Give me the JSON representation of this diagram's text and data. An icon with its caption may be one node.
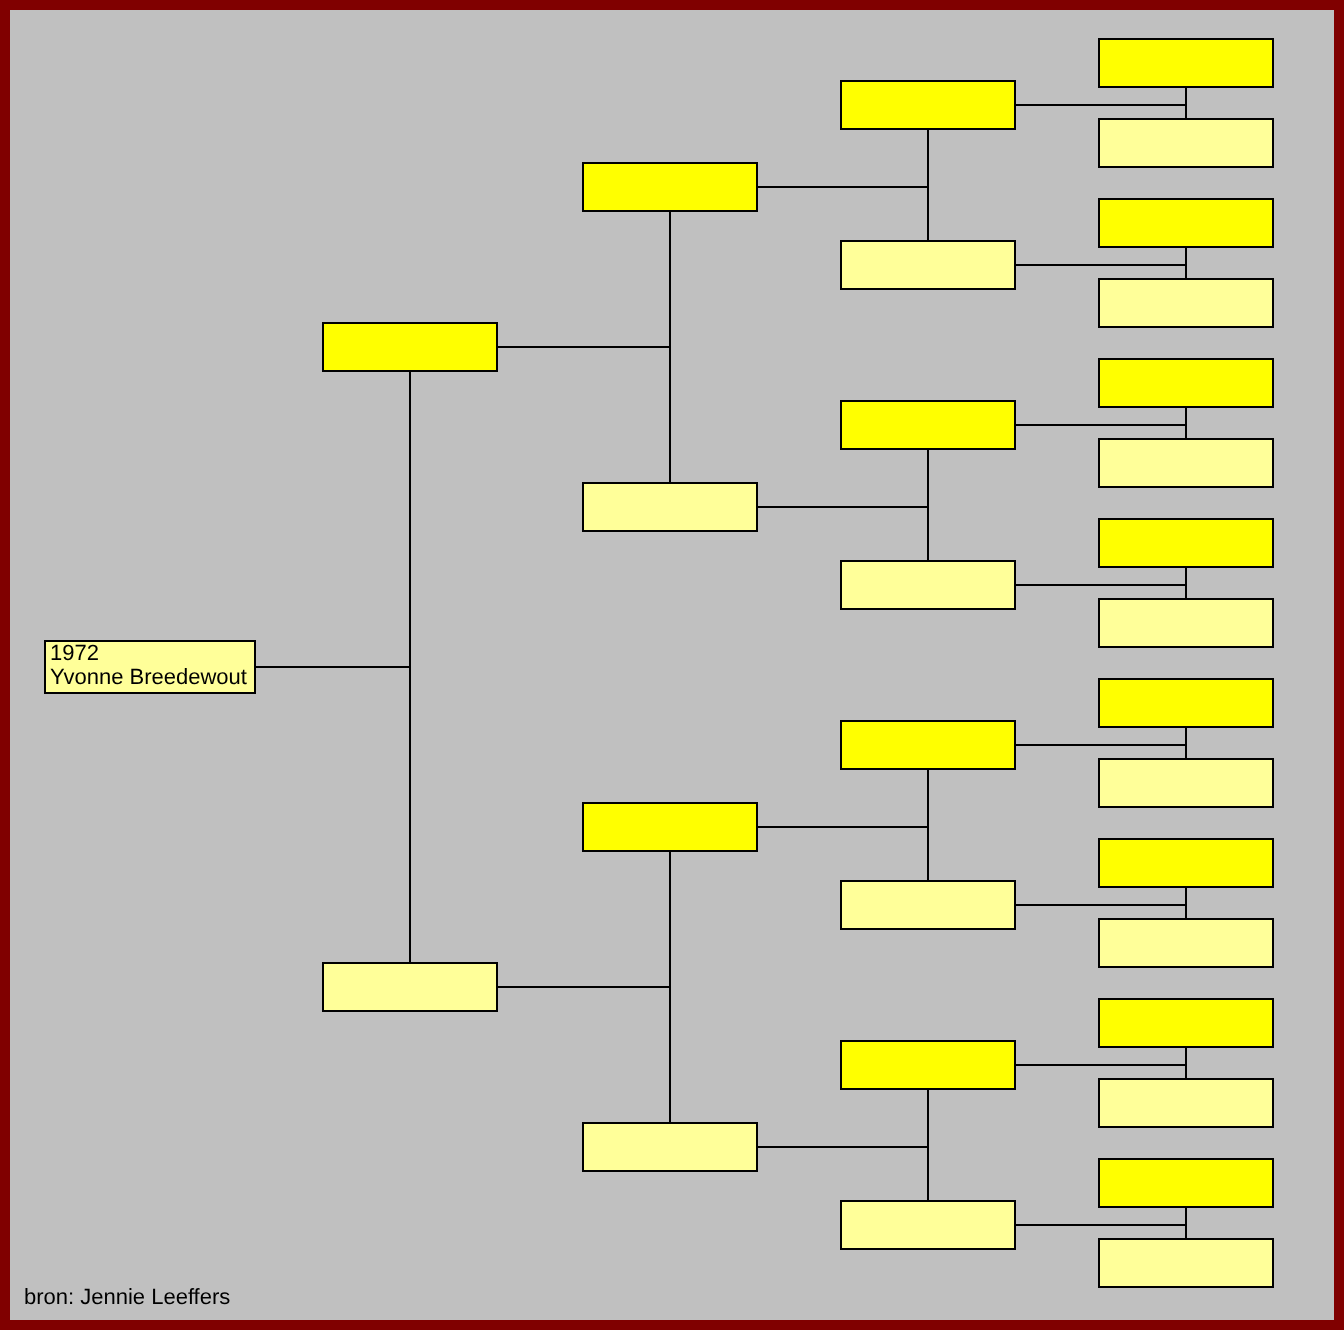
{
  "diagram": {
    "nodes": [
      {
        "text": [
          "1972",
          "Yvonne Breedewout"
        ]
      },
      {
        "text": [],
        "shape": "box"
      },
      {
        "text": [],
        "shape": "box"
      },
      {
        "text": [],
        "shape": "box"
      },
      {
        "text": [],
        "shape": "box"
      },
      {
        "text": [],
        "shape": "box"
      },
      {
        "text": [],
        "shape": "box"
      },
      {
        "text": [],
        "shape": "box"
      },
      {
        "text": [],
        "shape": "box"
      },
      {
        "text": [],
        "shape": "box"
      },
      {
        "text": [],
        "shape": "box"
      },
      {
        "text": [],
        "shape": "box"
      },
      {
        "text": [],
        "shape": "box"
      },
      {
        "text": [],
        "shape": "box"
      },
      {
        "text": [],
        "shape": "box"
      },
      {
        "text": [],
        "shape": "box"
      },
      {
        "text": [],
        "shape": "box"
      },
      {
        "text": [],
        "shape": "box"
      },
      {
        "text": [],
        "shape": "box"
      },
      {
        "text": [],
        "shape": "box"
      },
      {
        "text": [],
        "shape": "box"
      },
      {
        "text": [],
        "shape": "box"
      },
      {
        "text": [],
        "shape": "box"
      },
      {
        "text": [],
        "shape": "box"
      },
      {
        "text": [],
        "shape": "box"
      },
      {
        "text": [],
        "shape": "box"
      },
      {
        "text": [],
        "shape": "box"
      },
      {
        "text": [],
        "shape": "box"
      },
      {
        "text": [],
        "shape": "box"
      },
      {
        "text": [],
        "shape": "box"
      },
      {
        "text": [],
        "shape": "box"
      }
    ],
    "edges": [
      {
        "from": 0,
        "to": 1,
        "arrow": "none"
      },
      {
        "from": 0,
        "to": 2,
        "arrow": "none"
      },
      {
        "from": 1,
        "to": 3,
        "arrow": "none"
      },
      {
        "from": 1,
        "to": 4,
        "arrow": "none"
      },
      {
        "from": 2,
        "to": 5,
        "arrow": "none"
      },
      {
        "from": 2,
        "to": 6,
        "arrow": "none"
      },
      {
        "from": 3,
        "to": 7,
        "arrow": "none"
      },
      {
        "from": 3,
        "to": 8,
        "arrow": "none"
      },
      {
        "from": 4,
        "to": 9,
        "arrow": "none"
      },
      {
        "from": 4,
        "to": 10,
        "arrow": "none"
      },
      {
        "from": 5,
        "to": 11,
        "arrow": "none"
      },
      {
        "from": 5,
        "to": 12,
        "arrow": "none"
      },
      {
        "from": 6,
        "to": 13,
        "arrow": "none"
      },
      {
        "from": 6,
        "to": 14,
        "arrow": "none"
      },
      {
        "from": 7,
        "to": 15,
        "arrow": "none"
      },
      {
        "from": 7,
        "to": 16,
        "arrow": "none"
      },
      {
        "from": 8,
        "to": 17,
        "arrow": "none"
      },
      {
        "from": 8,
        "to": 18,
        "arrow": "none"
      },
      {
        "from": 9,
        "to": 19,
        "arrow": "none"
      },
      {
        "from": 9,
        "to": 20,
        "arrow": "none"
      },
      {
        "from": 10,
        "to": 21,
        "arrow": "none"
      },
      {
        "from": 10,
        "to": 22,
        "arrow": "none"
      },
      {
        "from": 11,
        "to": 23,
        "arrow": "none"
      },
      {
        "from": 11,
        "to": 24,
        "arrow": "none"
      },
      {
        "from": 12,
        "to": 25,
        "arrow": "none"
      },
      {
        "from": 12,
        "to": 26,
        "arrow": "none"
      },
      {
        "from": 13,
        "to": 27,
        "arrow": "none"
      },
      {
        "from": 13,
        "to": 28,
        "arrow": "none"
      },
      {
        "from": 14,
        "to": 29,
        "arrow": "none"
      },
      {
        "from": 14,
        "to": 30,
        "arrow": "none"
      }
    ],
    "labels": [
      "bron: Jennie Leeffers"
    ]
  }
}
